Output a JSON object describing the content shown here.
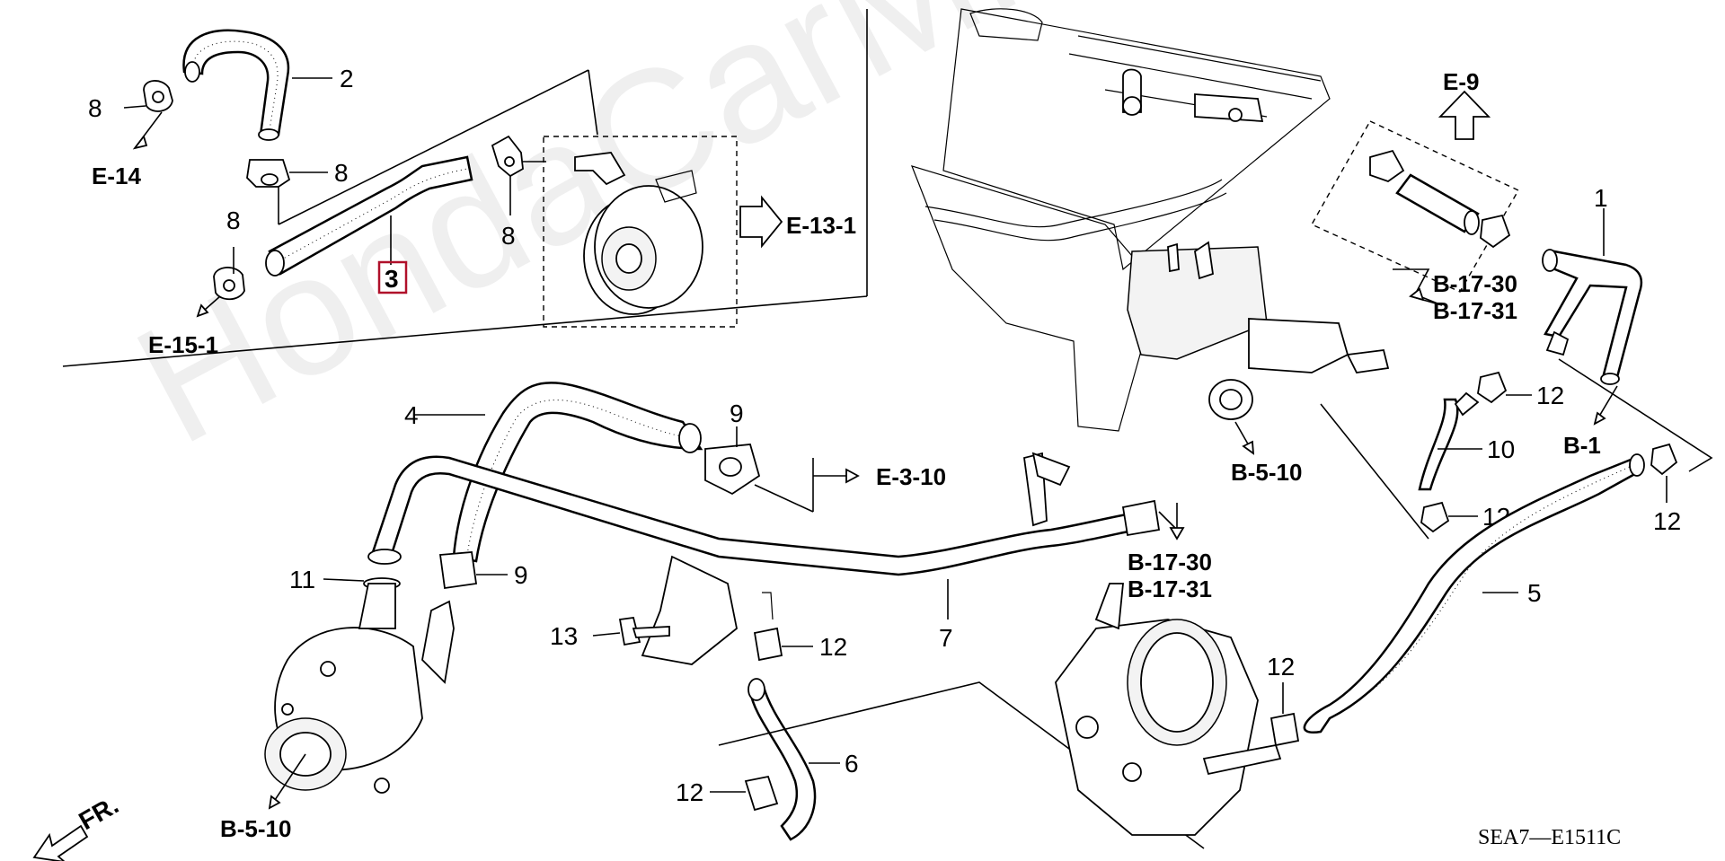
{
  "watermark": "HondaCarMine.ru",
  "diagram_code": "SEA7—E1511C",
  "front_marker": "FR.",
  "highlighted_part": "3",
  "callouts": {
    "c1": "1",
    "c2": "2",
    "c3": "3",
    "c4": "4",
    "c5": "5",
    "c6": "6",
    "c7": "7",
    "c8a": "8",
    "c8b": "8",
    "c8c": "8",
    "c8d": "8",
    "c9a": "9",
    "c9b": "9",
    "c10": "10",
    "c11": "11",
    "c12a": "12",
    "c12b": "12",
    "c12c": "12",
    "c12d": "12",
    "c12e": "12",
    "c12f": "12",
    "c13": "13"
  },
  "references": {
    "e14": "E-14",
    "e151": "E-15-1",
    "e131": "E-13-1",
    "e9": "E-9",
    "b1730a": "B-17-30",
    "b1731a": "B-17-31",
    "b1": "B-1",
    "b510a": "B-5-10",
    "e310": "E-3-10",
    "b1730b": "B-17-30",
    "b1731b": "B-17-31",
    "b510b": "B-5-10"
  }
}
